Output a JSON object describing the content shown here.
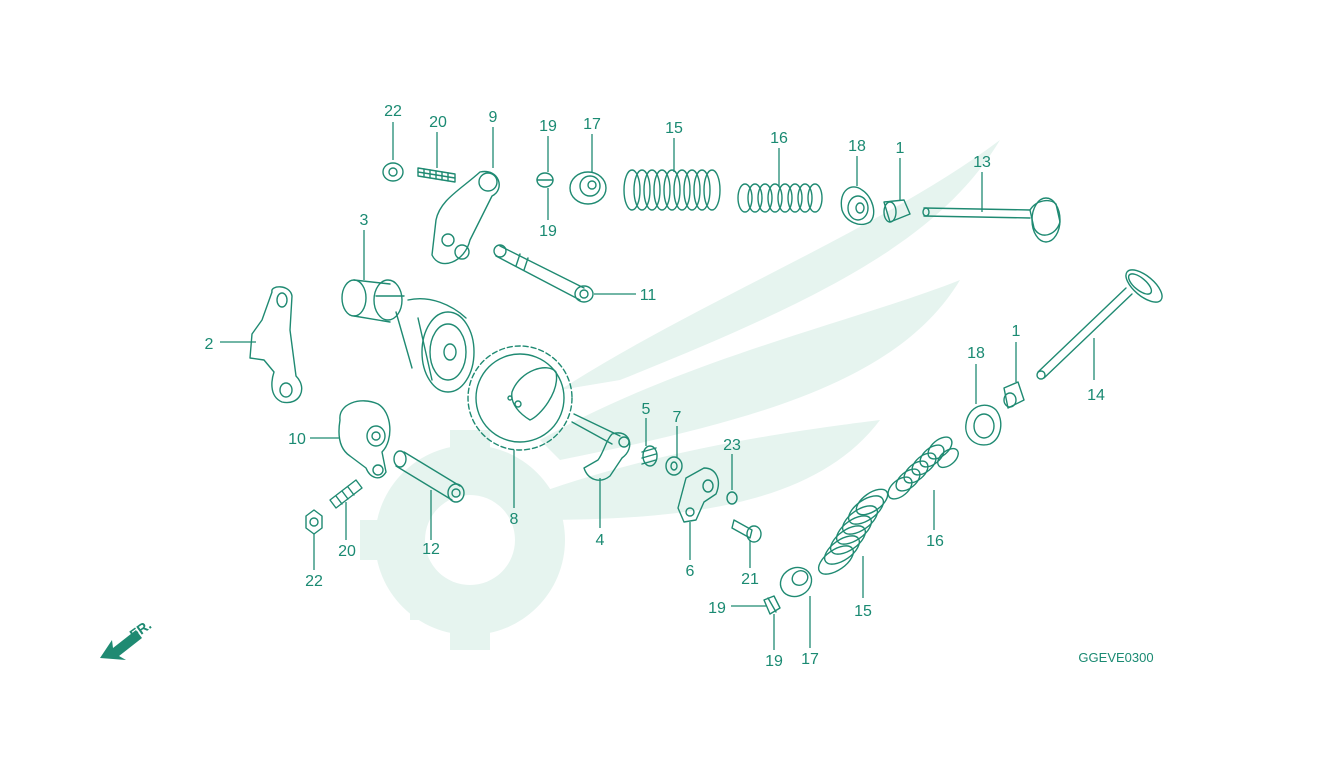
{
  "diagram": {
    "code": "GGEVE0300",
    "front_marker": "FR.",
    "callouts": [
      "22",
      "20",
      "9",
      "19",
      "17",
      "15",
      "16",
      "18",
      "1",
      "13",
      "3",
      "19",
      "11",
      "2",
      "14",
      "1",
      "18",
      "5",
      "7",
      "23",
      "10",
      "8",
      "4",
      "6",
      "16",
      "20",
      "12",
      "22",
      "21",
      "15",
      "19",
      "17",
      "19"
    ],
    "colors": {
      "line": "#1f8a72",
      "watermark": "#e6f4ef",
      "background": "#ffffff"
    }
  }
}
